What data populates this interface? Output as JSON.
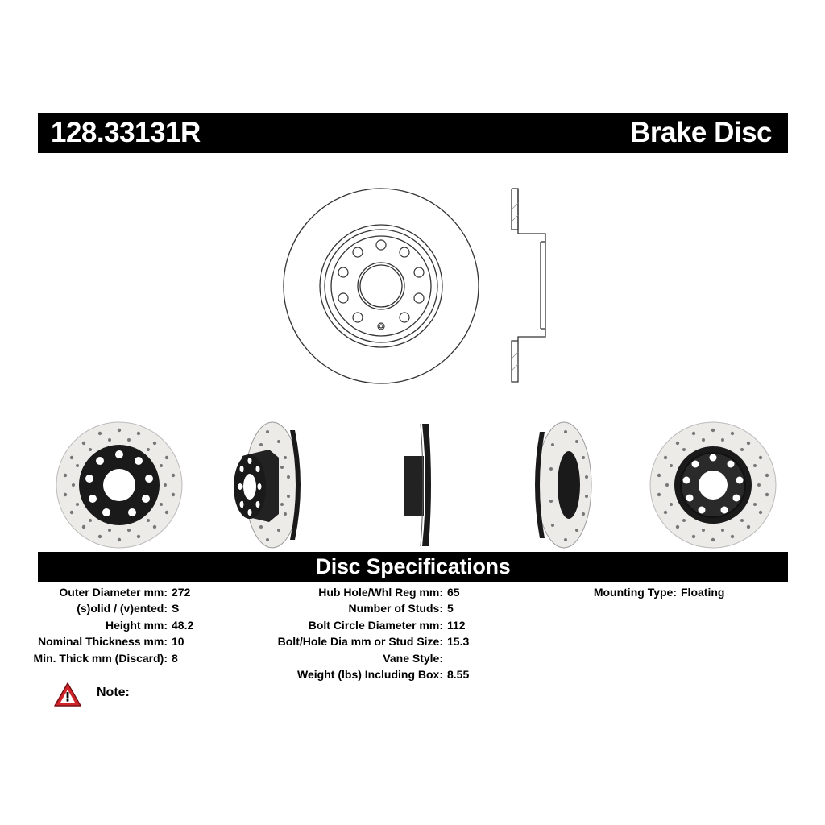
{
  "header": {
    "part_number": "128.33131R",
    "part_type": "Brake Disc"
  },
  "specs_section": {
    "title": "Disc Specifications",
    "col1": [
      {
        "label": "Outer Diameter mm:",
        "value": "272"
      },
      {
        "label": "(s)olid / (v)ented:",
        "value": "S"
      },
      {
        "label": "Height mm:",
        "value": "48.2"
      },
      {
        "label": "Nominal Thickness mm:",
        "value": "10"
      },
      {
        "label": "Min. Thick mm (Discard):",
        "value": "8"
      }
    ],
    "col2": [
      {
        "label": "Hub Hole/Whl Reg mm:",
        "value": "65"
      },
      {
        "label": "Number of Studs:",
        "value": "5"
      },
      {
        "label": "Bolt Circle Diameter mm:",
        "value": "112"
      },
      {
        "label": "Bolt/Hole Dia mm or Stud Size:",
        "value": "15.3"
      },
      {
        "label": "Vane Style:",
        "value": ""
      },
      {
        "label": "Weight (lbs) Including Box:",
        "value": "8.55"
      }
    ],
    "col3": [
      {
        "label": "Mounting Type:",
        "value": "Floating"
      }
    ]
  },
  "note": {
    "label": "Note:",
    "icon": "warning-triangle-icon"
  },
  "colors": {
    "bar": "#000000",
    "warning_red": "#d0232a",
    "disc_face": "#f2f1ee",
    "disc_black": "#1a1a1a"
  }
}
